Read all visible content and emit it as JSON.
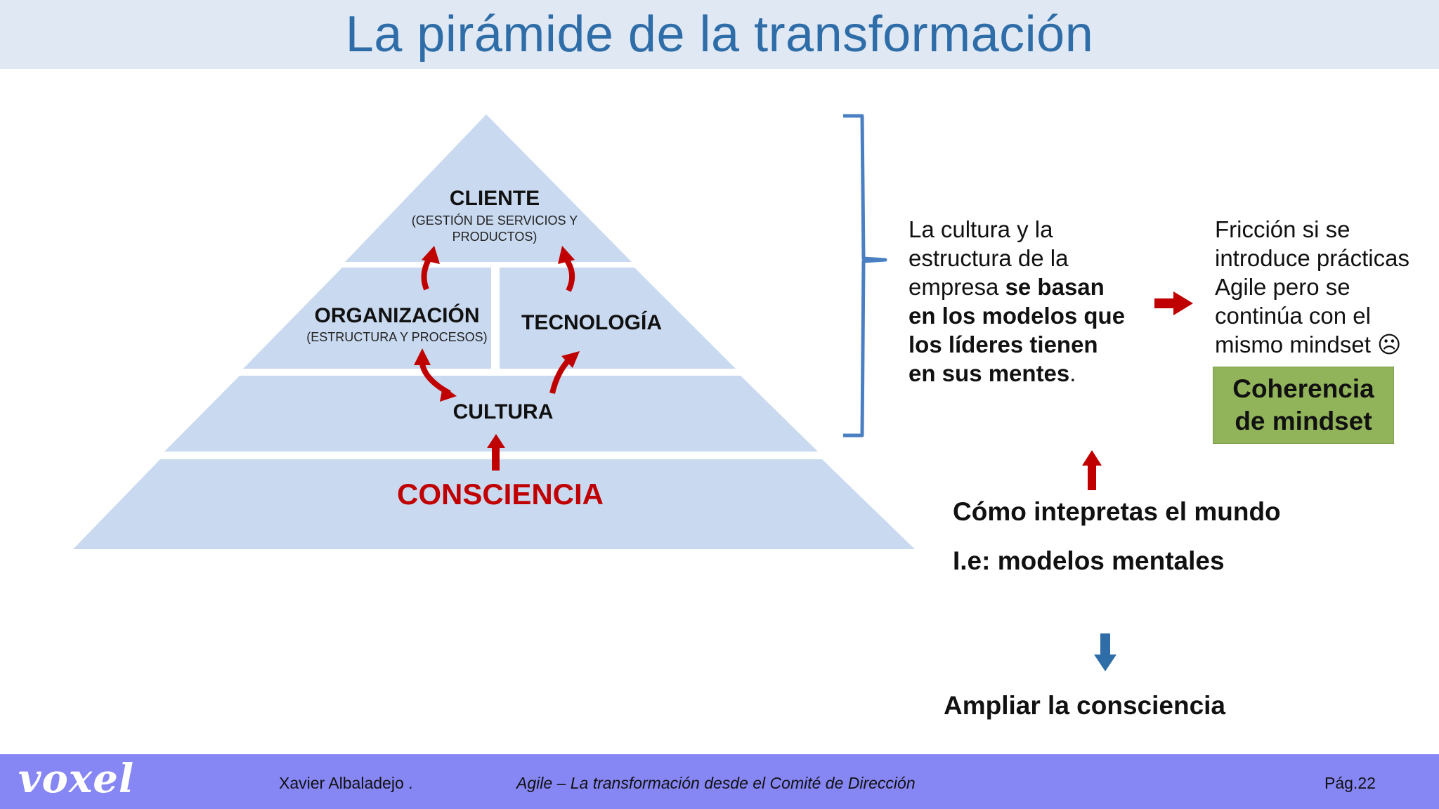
{
  "title": "La pirámide de la transformación",
  "pyramid": {
    "cliente": {
      "label": "CLIENTE",
      "sub_line1": "(GESTIÓN DE SERVICIOS Y",
      "sub_line2": "PRODUCTOS)"
    },
    "organizacion": {
      "label": "ORGANIZACIÓN",
      "sub": "(ESTRUCTURA Y PROCESOS)"
    },
    "tecnologia": {
      "label": "TECNOLOGÍA"
    },
    "cultura": {
      "label": "CULTURA"
    },
    "consciencia": {
      "label": "CONSCIENCIA"
    }
  },
  "paragraph": {
    "l1": "La cultura y la",
    "l2": "estructura de la",
    "l3_normal": "empresa ",
    "l3_bold": "se basan",
    "l4": "en los modelos que",
    "l5": "los líderes tienen",
    "l6_bold": "en sus mentes",
    "l6_end": "."
  },
  "friction": {
    "l1": "Fricción si se",
    "l2": "introduce prácticas",
    "l3": "Agile pero se",
    "l4": "continúa con el",
    "l5": "mismo mindset ☹"
  },
  "coherence": {
    "l1": "Coherencia",
    "l2": "de mindset"
  },
  "interpret": "Cómo intepretas el mundo",
  "mental_models": "I.e: modelos mentales",
  "expand": "Ampliar la consciencia",
  "footer": {
    "logo": "voxel",
    "author": "Xavier Albaladejo .",
    "course": "Agile – La transformación desde el Comité de Dirección",
    "page": "Pág.22"
  },
  "colors": {
    "pyramid_fill": "#c9d9ef",
    "arrow_red": "#c00000",
    "arrow_blue": "#2e6da8",
    "title_blue": "#2e6da8",
    "footer_bg": "#8686f5",
    "green_box": "#91b35a"
  }
}
